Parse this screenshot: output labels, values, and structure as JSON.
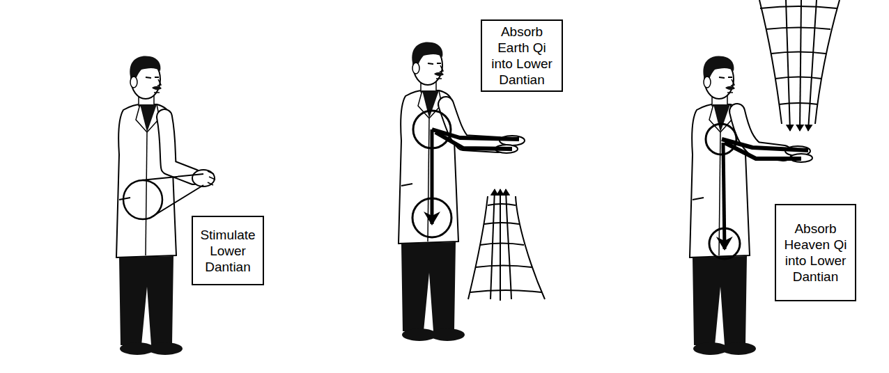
{
  "diagram": {
    "nodes": [
      {
        "text": [
          "Stimulate Lower Dantian"
        ]
      },
      {
        "text": [
          "Absorb Earth Qi into Lower Dantian"
        ]
      },
      {
        "text": [
          "Absorb Heaven Qi into Lower Dantian"
        ]
      }
    ]
  }
}
